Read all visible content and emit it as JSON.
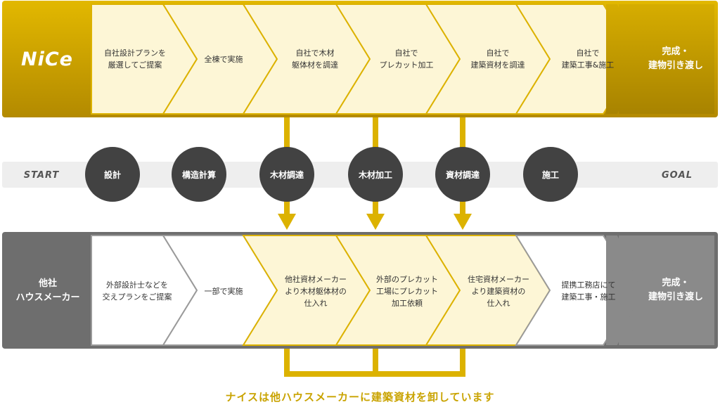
{
  "colors": {
    "gold_dark": "#b88f00",
    "gold": "#dcb200",
    "gold_light": "#fdf6d6",
    "gray_dark": "#6e6e6e",
    "gray": "#8a8a8a",
    "gray_line": "#9a9a9a",
    "circle": "#424242",
    "rail": "#eeeeee",
    "caption": "#c9a300"
  },
  "nice_row": {
    "logo": "NiCe",
    "steps": [
      "自社設計プランを\n厳選してご提案",
      "全棟で実施",
      "自社で木材\n躯体材を調達",
      "自社で\nプレカット加工",
      "自社で\n建築資材を調達",
      "自社で\n建築工事&施工"
    ],
    "goal": "完成・\n建物引き渡し"
  },
  "flow_rail": {
    "start": "START",
    "goal": "GOAL",
    "phases": [
      "設計",
      "構造計算",
      "木材調達",
      "木材加工",
      "資材調達",
      "施工"
    ]
  },
  "other_row": {
    "label": "他社\nハウスメーカー",
    "steps": [
      "外部設計士などを\n交えプランをご提案",
      "一部で実施",
      "他社資材メーカー\nより木材躯体材の\n仕入れ",
      "外部のプレカット\n工場にプレカット\n加工依頼",
      "住宅資材メーカー\nより建築資材の\n仕入れ",
      "提携工務店にて\n建築工事・施工"
    ],
    "goal": "完成・\n建物引き渡し"
  },
  "caption": "ナイスは他ハウスメーカーに建築資材を卸しています"
}
